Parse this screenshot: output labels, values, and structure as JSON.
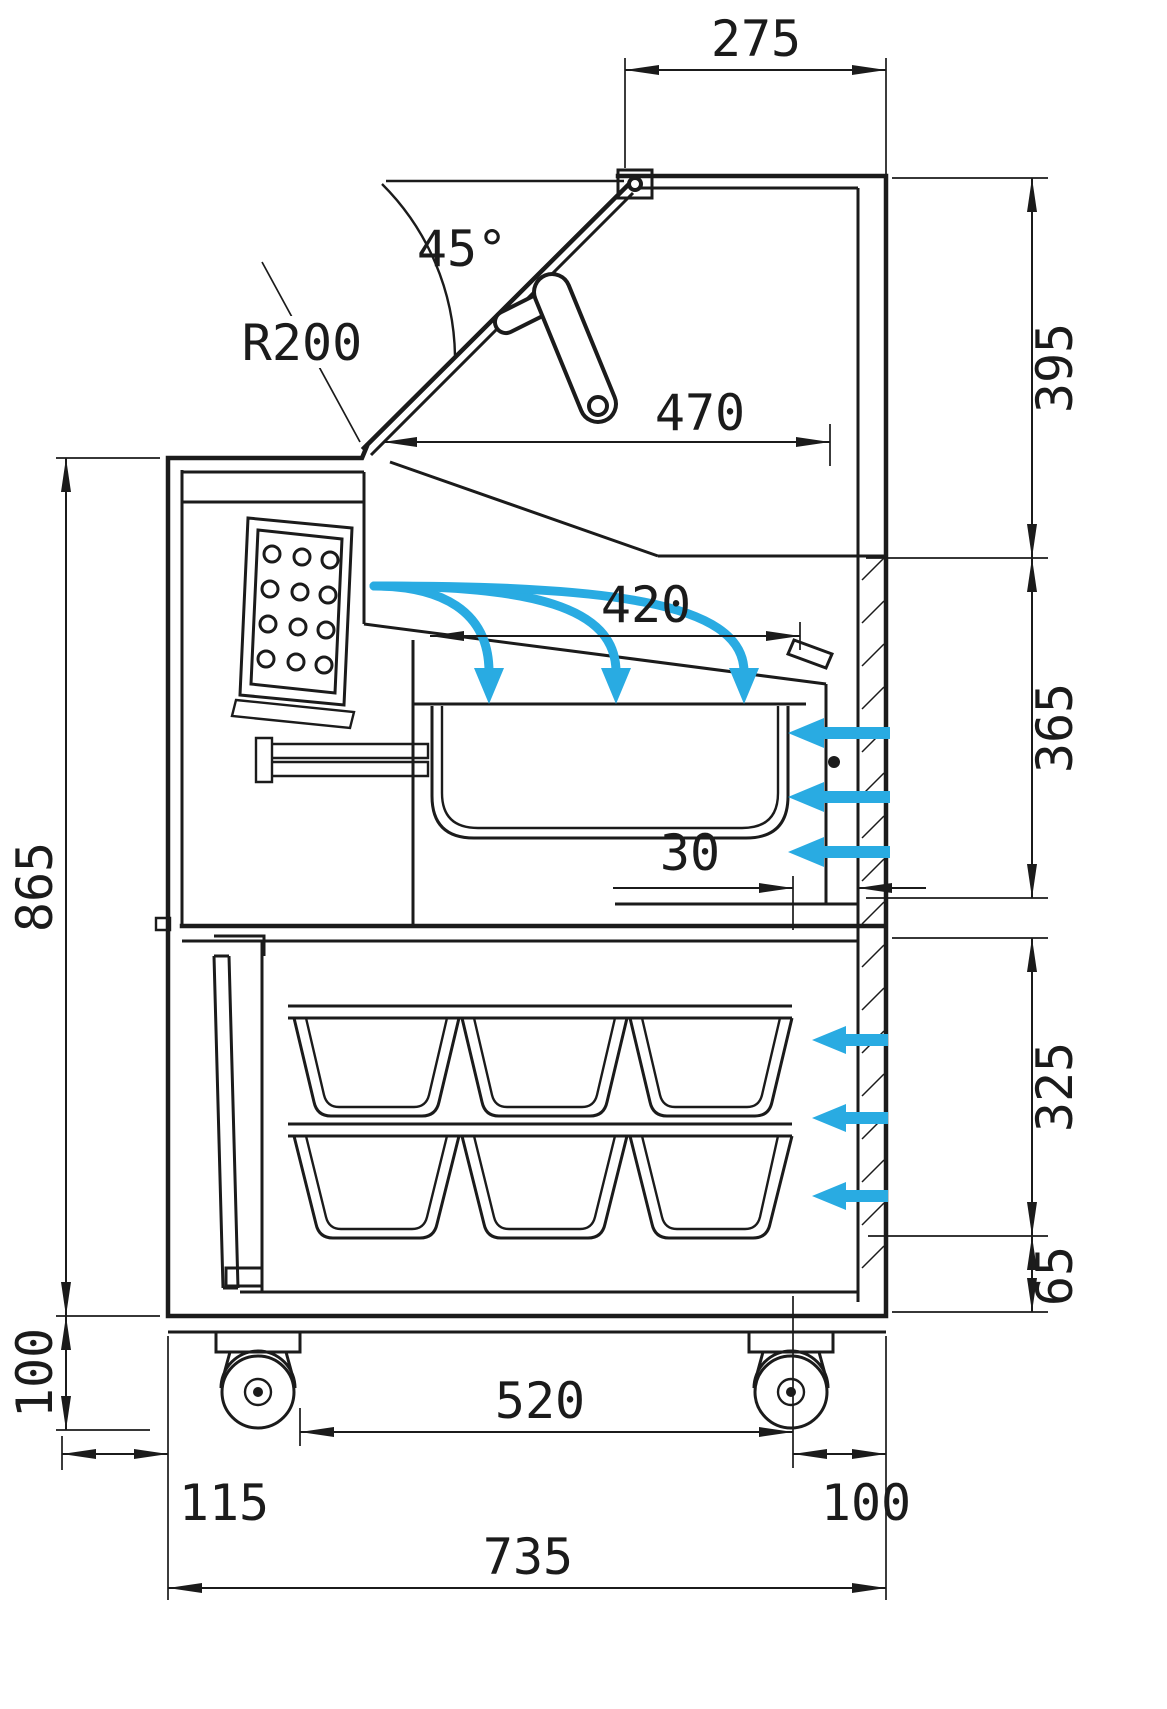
{
  "drawing": {
    "title": "refrigerated-display-case-cross-section",
    "colors": {
      "line": "#1b1b1b",
      "airflow": "#29abe2",
      "background": "#ffffff"
    },
    "labels": {
      "dim_275": "275",
      "dim_395": "395",
      "angle_45": "45°",
      "radius_r200": "R200",
      "dim_470": "470",
      "dim_420": "420",
      "dim_365": "365",
      "dim_30": "30",
      "dim_865": "865",
      "dim_325": "325",
      "dim_65": "65",
      "dim_100_left": "100",
      "dim_115": "115",
      "dim_520": "520",
      "dim_100_right": "100",
      "dim_735": "735"
    }
  }
}
